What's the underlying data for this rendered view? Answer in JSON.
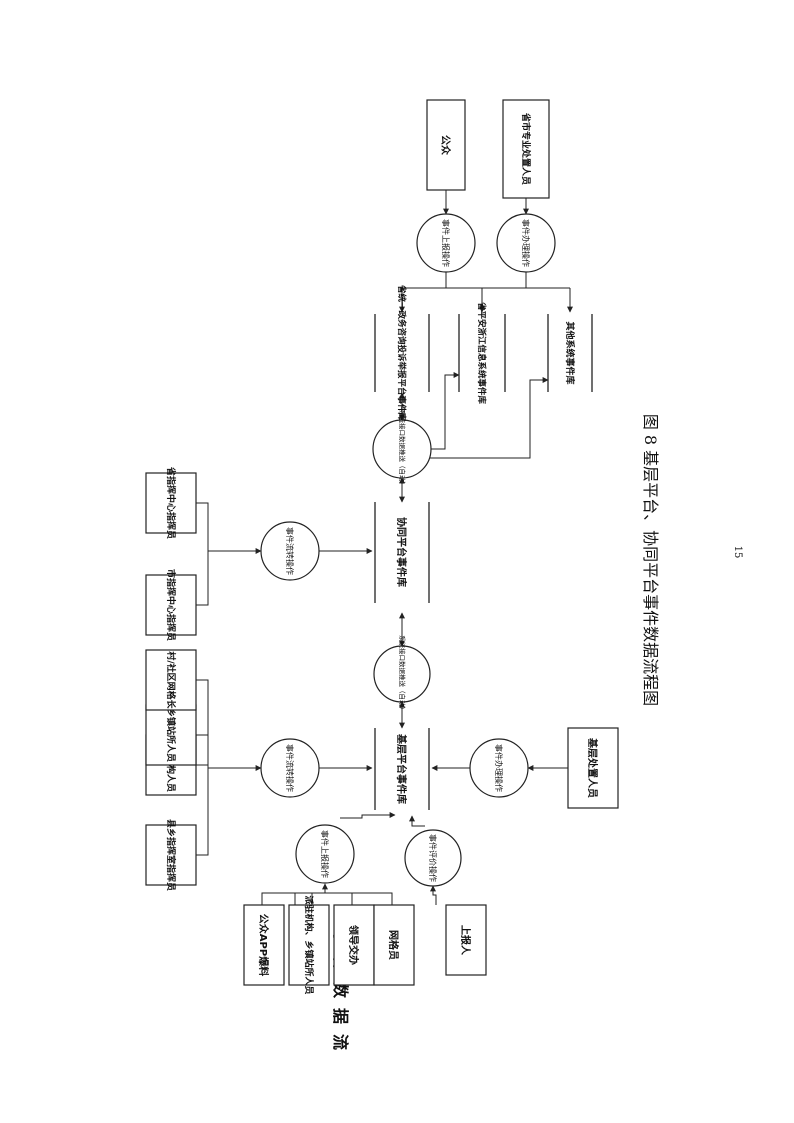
{
  "side_label": "事件数据流",
  "sources": {
    "public_app": "公众APP爆料",
    "dispatched_staff": "派驻机构、乡镇站所人员",
    "leader": "领导交办",
    "grid_member": "网格员",
    "reporter": "上报人"
  },
  "grassroots_handlers": {
    "county_town_commander": "县乡指挥室指挥员",
    "dispatch_agency": "派驻机构人员",
    "town_station": "乡镇站所人员",
    "village_grid_leader": "村/社区网格长",
    "grassroots_disposer": "基层处置人员"
  },
  "commanders": {
    "city": "市指挥中心指挥员",
    "province": "省指挥中心指挥员"
  },
  "top_sources": {
    "public": "公众",
    "professional": "省市专业处置人员"
  },
  "processes": {
    "report": "事件上报操作",
    "evaluate": "事件评价操作",
    "transfer1": "事件流转操作",
    "handle1": "事件办理操作",
    "interface1": "系统接口数据推送（自动）",
    "transfer2": "事件流转操作",
    "interface2": "系统接口数据推送（自动）",
    "report2": "事件上报操作",
    "handle2": "事件办理操作"
  },
  "stores": {
    "grassroots": "基层平台事件库",
    "collab": "协同平台事件库",
    "gov_service": "省统一政务咨询投诉举报平台事件库",
    "safe_zj": "省平安浙江信息系统事件库",
    "other": "其他系统事件库"
  },
  "caption": "图 8 基层平台、协同平台事件数据流程图",
  "page_number": "15"
}
